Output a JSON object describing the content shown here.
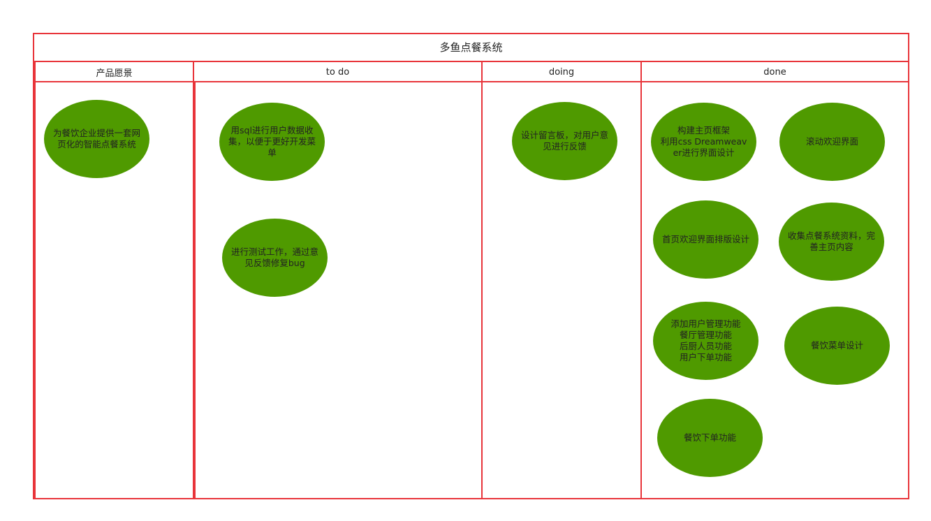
{
  "board": {
    "title": "多鱼点餐系统",
    "line_color": "#e8343a",
    "card_color": "#4f9a00",
    "columns": [
      {
        "header": "产品愿景",
        "cards": [
          {
            "text": "为餐饮企业提供一套网页化的智能点餐系统"
          }
        ]
      },
      {
        "header": "to do",
        "cards": [
          {
            "text": "用sql进行用户数据收集，以便于更好开发菜单"
          },
          {
            "text": "进行测试工作，通过意见反馈修复bug"
          }
        ]
      },
      {
        "header": "doing",
        "cards": [
          {
            "text": "设计留言板，对用户意见进行反馈"
          }
        ]
      },
      {
        "header": "done",
        "cards": [
          {
            "text": "构建主页框架\n利用css Dreamweaver进行界面设计"
          },
          {
            "text": "滚动欢迎界面"
          },
          {
            "text": "首页欢迎界面排版设计"
          },
          {
            "text": "收集点餐系统资料，完善主页内容"
          },
          {
            "text": "添加用户管理功能\n餐厅管理功能\n后厨人员功能\n用户下单功能"
          },
          {
            "text": "餐饮菜单设计"
          },
          {
            "text": "餐饮下单功能"
          }
        ]
      }
    ]
  }
}
